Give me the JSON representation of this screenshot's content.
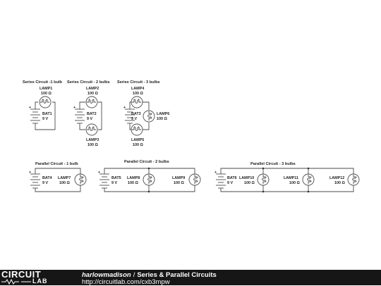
{
  "circuits": {
    "series1": {
      "title": "Series Circuit -1 bulb"
    },
    "series2": {
      "title": "Series Circuit - 2 bulbs"
    },
    "series3": {
      "title": "Series Circuit - 3 bulbs"
    },
    "parallel1": {
      "title": "Parallel Circuit - 1 bulb"
    },
    "parallel2": {
      "title": "Parallel Circuit - 2 bulbs"
    },
    "parallel3": {
      "title": "Parallel Circuit - 3 bulbs"
    }
  },
  "batteries": {
    "BAT1": {
      "name": "BAT1",
      "value": "9 V"
    },
    "BAT2": {
      "name": "BAT2",
      "value": "9 V"
    },
    "BAT3": {
      "name": "BAT3",
      "value": "9 V"
    },
    "BAT4": {
      "name": "BAT4",
      "value": "9 V"
    },
    "BAT5": {
      "name": "BAT5",
      "value": "9 V"
    },
    "BAT6": {
      "name": "BAT6",
      "value": "9 V"
    }
  },
  "lamps": {
    "LAMP1": {
      "name": "LAMP1",
      "value": "100 Ω"
    },
    "LAMP2": {
      "name": "LAMP2",
      "value": "100 Ω"
    },
    "LAMP3": {
      "name": "LAMP3",
      "value": "100 Ω"
    },
    "LAMP4": {
      "name": "LAMP4",
      "value": "100 Ω"
    },
    "LAMP5": {
      "name": "LAMP5",
      "value": "100 Ω"
    },
    "LAMP6": {
      "name": "LAMP6",
      "value": "100 Ω"
    },
    "LAMP7": {
      "name": "LAMP7",
      "value": "100 Ω"
    },
    "LAMP8": {
      "name": "LAMP8",
      "value": "100 Ω"
    },
    "LAMP9": {
      "name": "LAMP9",
      "value": "100 Ω"
    },
    "LAMP10": {
      "name": "LAMP10",
      "value": "100 Ω"
    },
    "LAMP11": {
      "name": "LAMP11",
      "value": "100 Ω"
    },
    "LAMP12": {
      "name": "LAMP12",
      "value": "100 Ω"
    }
  },
  "battery_plus": "+",
  "footer": {
    "logo_top": "CIRCUIT",
    "logo_bottom": "LAB",
    "author": "harlowmadison",
    "separator": "/",
    "circuit_title": "Series & Parallel Circuits",
    "url": "http://circuitlab.com/cxb3mpw"
  },
  "colors": {
    "wire": "#4a4a4a",
    "footer_bg": "#161616",
    "text": "#222222"
  }
}
